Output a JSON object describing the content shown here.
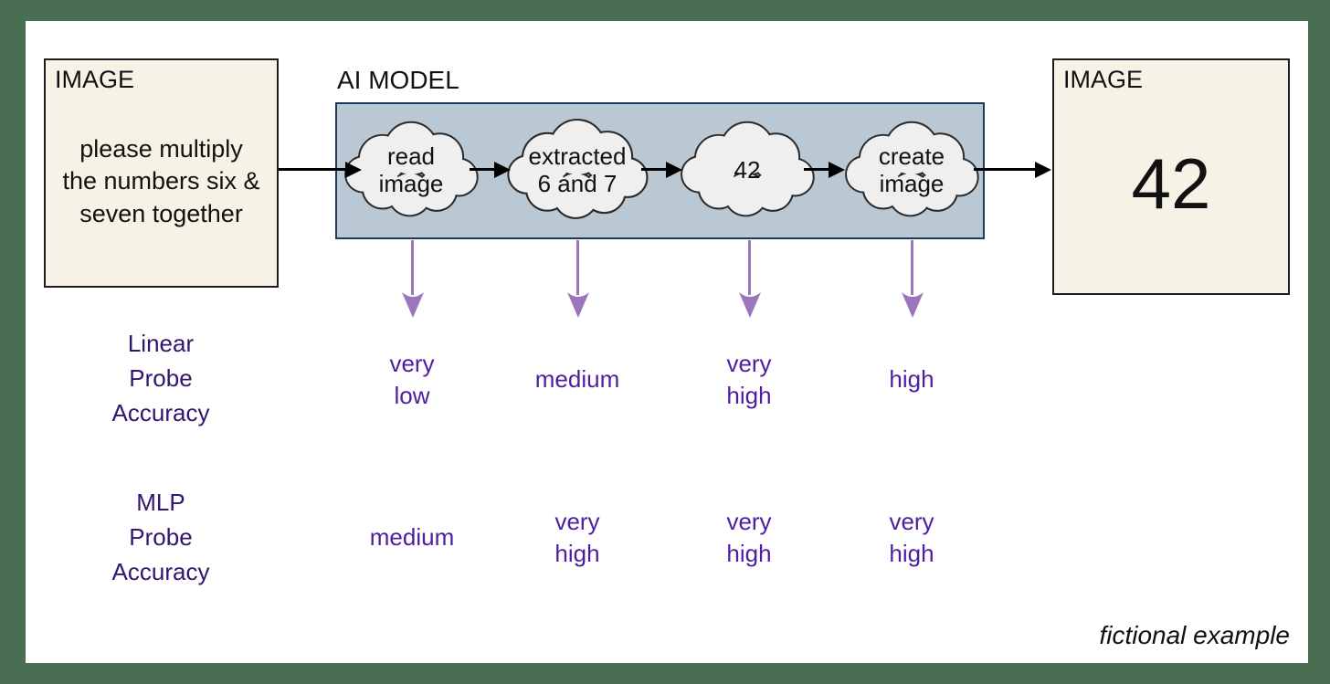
{
  "colors": {
    "frame_green": "#4a6e52",
    "canvas_white": "#ffffff",
    "image_box_fill": "#f6f2e5",
    "ai_box_fill": "#b9c8d3",
    "ai_box_border": "#1e3a5a",
    "cloud_fill": "#efefef",
    "cloud_stroke": "#2b2b2b",
    "flow_arrow_black": "#000000",
    "probe_arrow_purple": "#9c76bb",
    "probe_label_purple": "#31156e",
    "probe_value_purple": "#4c1fa0"
  },
  "input_image": {
    "title": "IMAGE",
    "text": "please multiply\nthe numbers six &\nseven together"
  },
  "model": {
    "label": "AI MODEL",
    "steps": [
      "read\nimage",
      "extracted\n6 and 7",
      "42",
      "create\nimage"
    ]
  },
  "output_image": {
    "title": "IMAGE",
    "value": "42"
  },
  "probes": {
    "linear": {
      "label": "Linear\nProbe\nAccuracy",
      "values": [
        "very\nlow",
        "medium",
        "very\nhigh",
        "high"
      ]
    },
    "mlp": {
      "label": "MLP\nProbe\nAccuracy",
      "values": [
        "medium",
        "very\nhigh",
        "very\nhigh",
        "very\nhigh"
      ]
    }
  },
  "footnote": "fictional example"
}
